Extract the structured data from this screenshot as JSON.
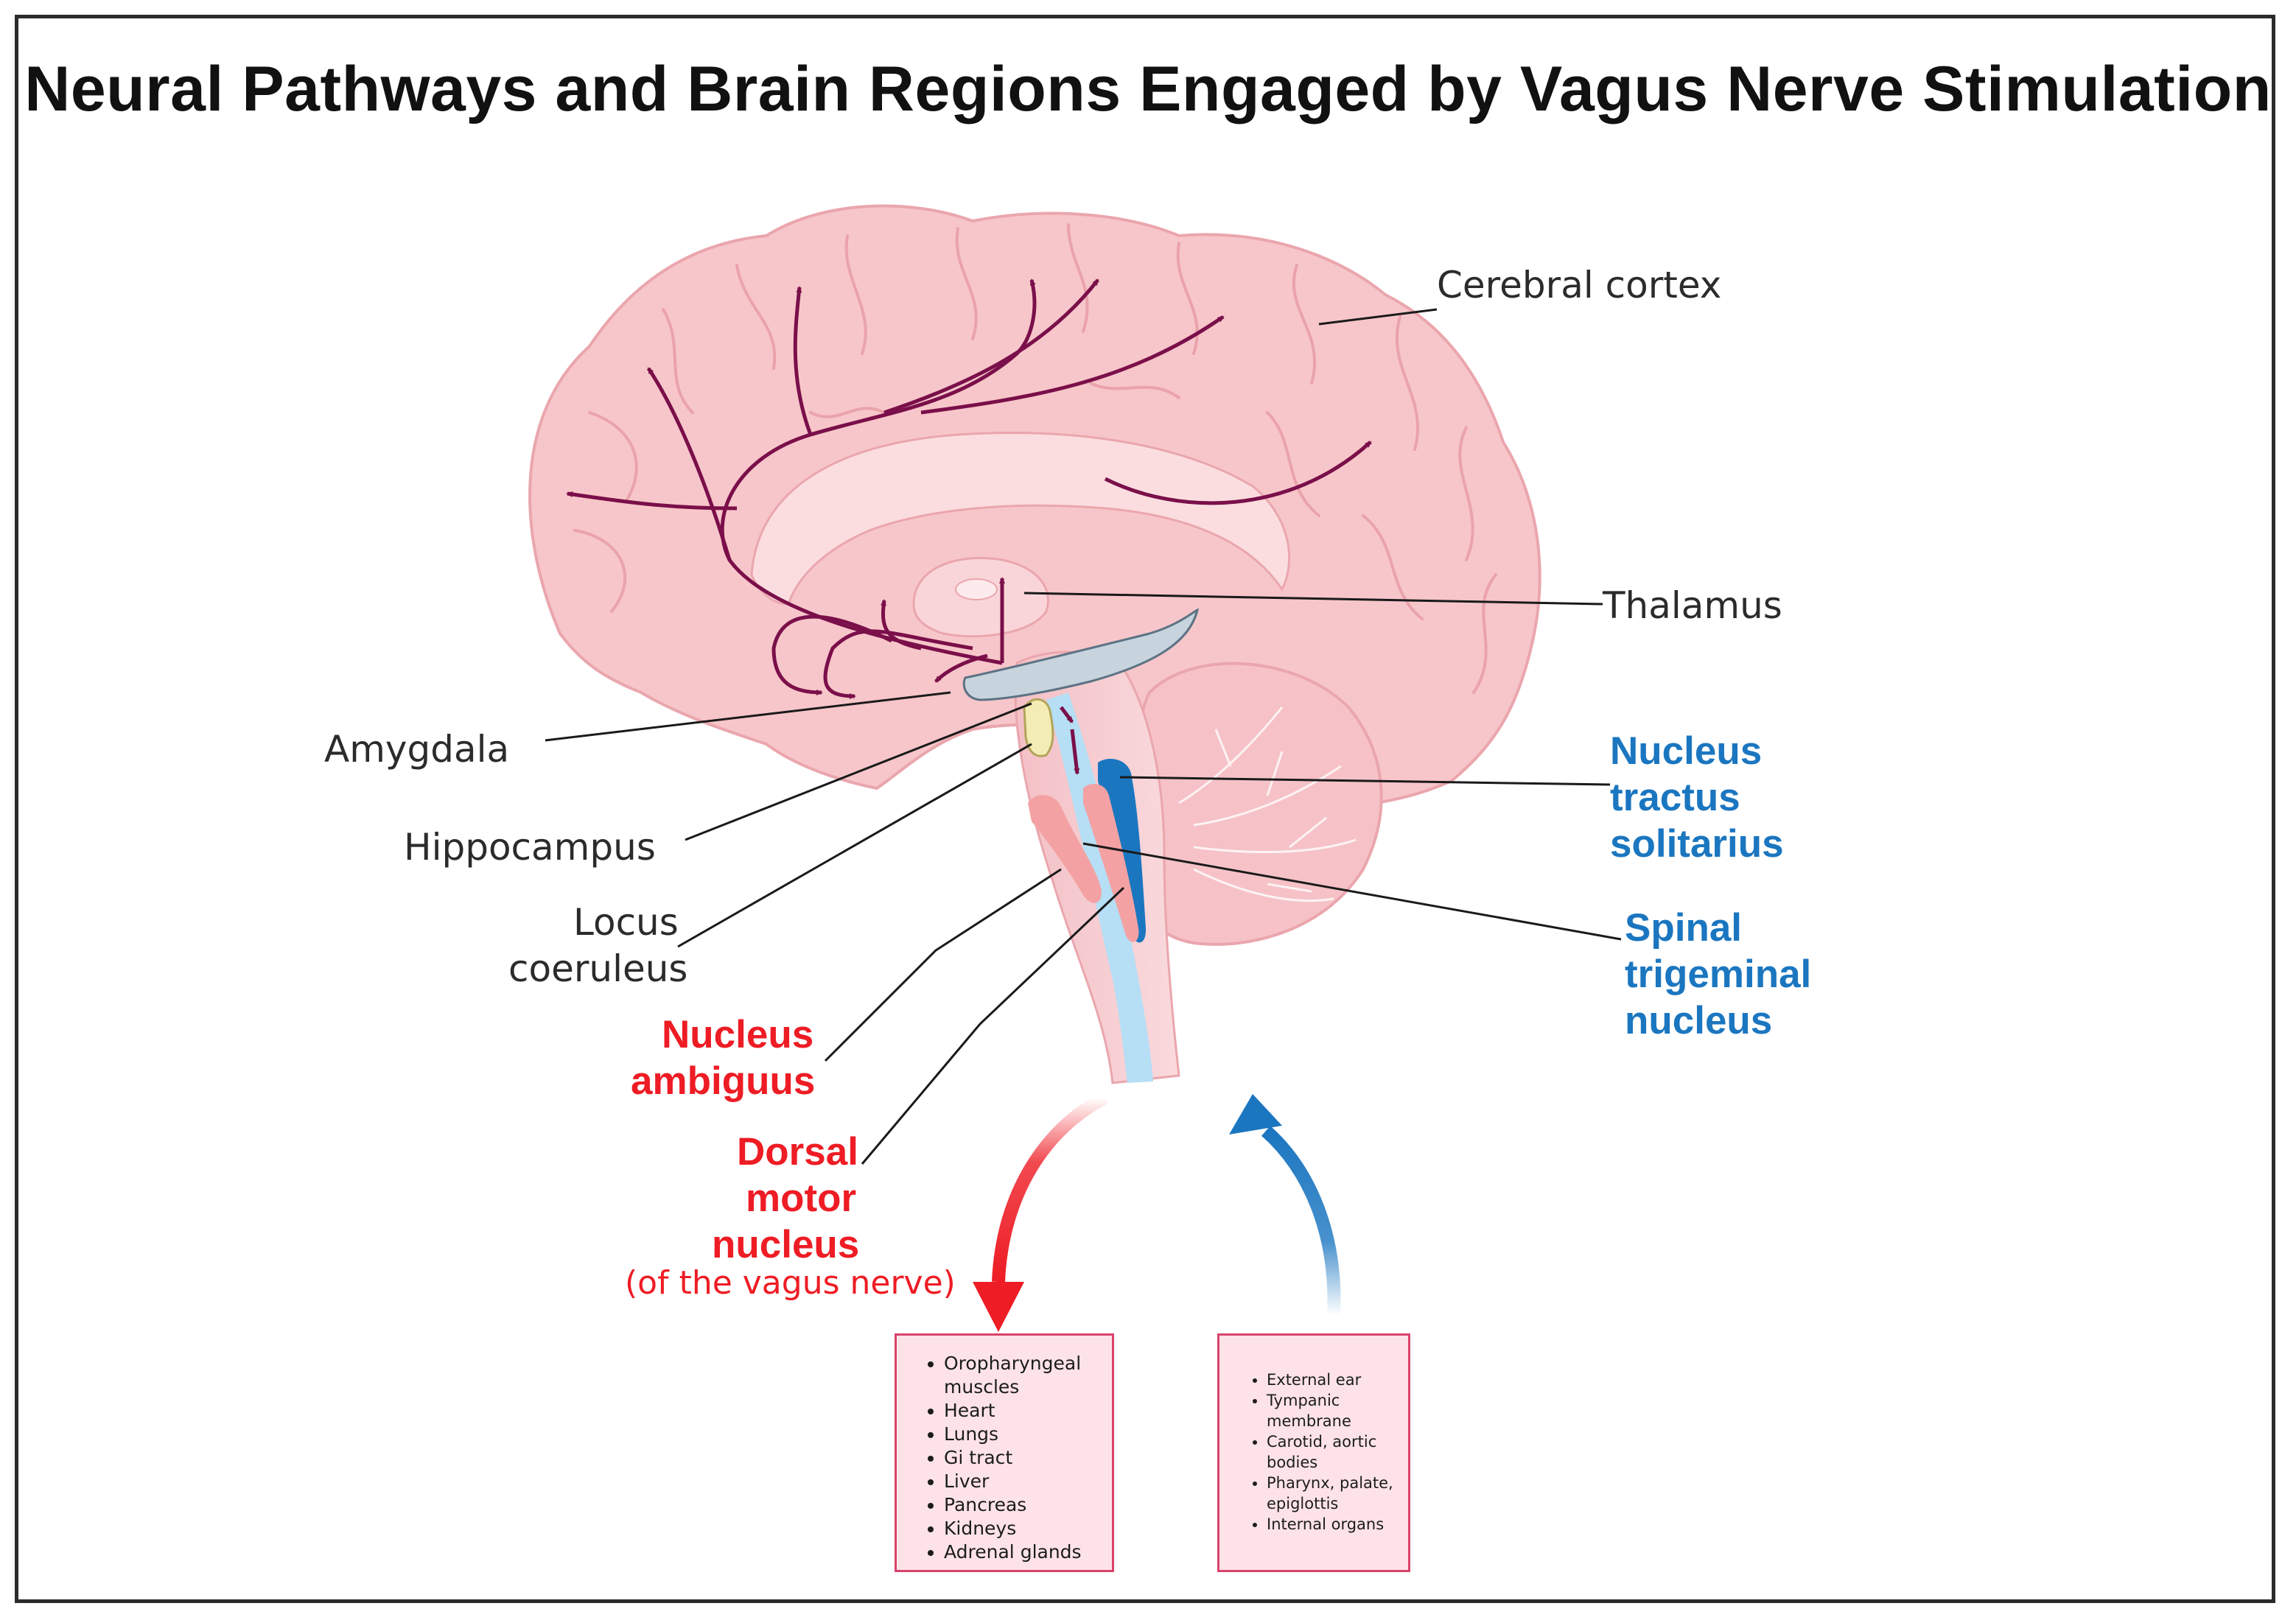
{
  "title": "Neural Pathways and Brain Regions Engaged by Vagus Nerve Stimulation",
  "labels": {
    "cerebral_cortex": "Cerebral cortex",
    "thalamus": "Thalamus",
    "amygdala": "Amygdala",
    "hippocampus": "Hippocampus",
    "locus_coeruleus_1": "Locus",
    "locus_coeruleus_2": "coeruleus",
    "nts_1": "Nucleus",
    "nts_2": "tractus",
    "nts_3": "solitarius",
    "spinal_trigeminal_1": "Spinal",
    "spinal_trigeminal_2": "trigeminal",
    "spinal_trigeminal_3": "nucleus",
    "nucleus_ambiguus_1": "Nucleus",
    "nucleus_ambiguus_2": "ambiguus",
    "dorsal_motor_1": "Dorsal",
    "dorsal_motor_2": "motor",
    "dorsal_motor_3": "nucleus",
    "dorsal_motor_sub": "(of the vagus nerve)"
  },
  "efferent_targets": [
    "Oropharyngeal muscles",
    "Heart",
    "Lungs",
    "Gi tract",
    "Liver",
    "Pancreas",
    "Kidneys",
    "Adrenal glands"
  ],
  "afferent_sources": [
    "External ear",
    "Tympanic membrane",
    "Carotid, aortic bodies",
    "Pharynx, palate, epiglottis",
    "Internal organs"
  ],
  "colors": {
    "efferent": "#ee1c24",
    "afferent": "#1b76c0",
    "pathway": "#7a0f4a",
    "brain": "#f7c6ca",
    "brain_outline": "#eaa6ad"
  }
}
